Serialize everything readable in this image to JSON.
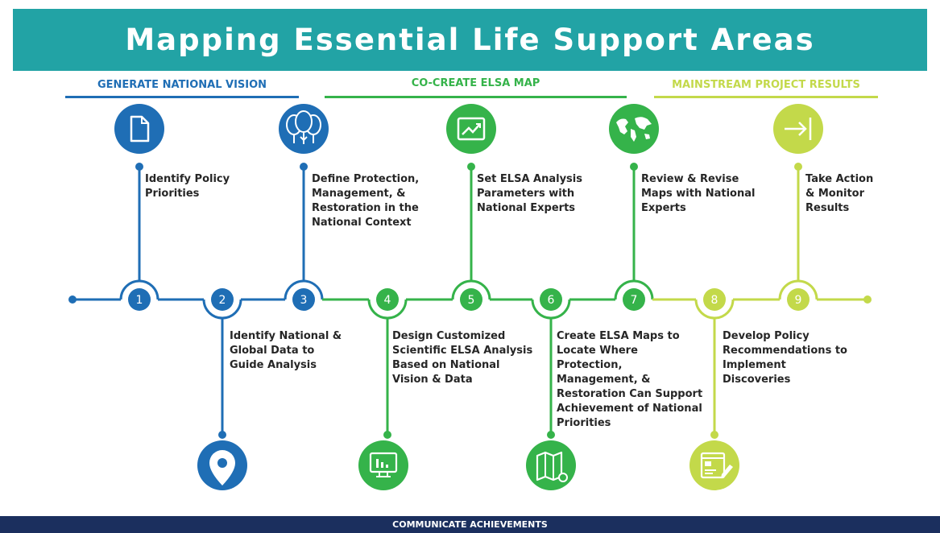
{
  "title": "Mapping Essential Life Support Areas",
  "phases": [
    {
      "label": "GENERATE NATIONAL VISION",
      "color": "#1f6eb5"
    },
    {
      "label": "CO-CREATE ELSA MAP",
      "color": "#35b34a"
    },
    {
      "label": "MAINSTREAM PROJECT RESULTS",
      "color": "#c3d94a"
    }
  ],
  "steps": [
    {
      "number": "1",
      "text": "Identify Policy Priorities",
      "icon": "document-icon",
      "color": "#1f6eb5"
    },
    {
      "number": "2",
      "text": "Identify National & Global Data to Guide Analysis",
      "icon": "location-pin-icon",
      "color": "#1f6eb5"
    },
    {
      "number": "3",
      "text": "Define Protection, Management, & Restoration in the National Context",
      "icon": "trees-icon",
      "color": "#1f6eb5"
    },
    {
      "number": "4",
      "text": "Design Customized Scientific ELSA Analysis Based on National Vision & Data",
      "icon": "monitor-chart-icon",
      "color": "#35b34a"
    },
    {
      "number": "5",
      "text": "Set ELSA Analysis Parameters with National Experts",
      "icon": "line-chart-icon",
      "color": "#35b34a"
    },
    {
      "number": "6",
      "text": "Create ELSA Maps to Locate Where Protection, Management, & Restoration Can Support Achievement of National Priorities",
      "icon": "folded-map-icon",
      "color": "#35b34a"
    },
    {
      "number": "7",
      "text": "Review & Revise Maps with National Experts",
      "icon": "world-map-icon",
      "color": "#35b34a"
    },
    {
      "number": "8",
      "text": "Develop Policy Recommendations to Implement Discoveries",
      "icon": "report-pencil-icon",
      "color": "#c3d94a"
    },
    {
      "number": "9",
      "text": "Take Action & Monitor Results",
      "icon": "arrow-bar-icon",
      "color": "#c3d94a"
    }
  ],
  "footer": "COMMUNICATE ACHIEVEMENTS"
}
